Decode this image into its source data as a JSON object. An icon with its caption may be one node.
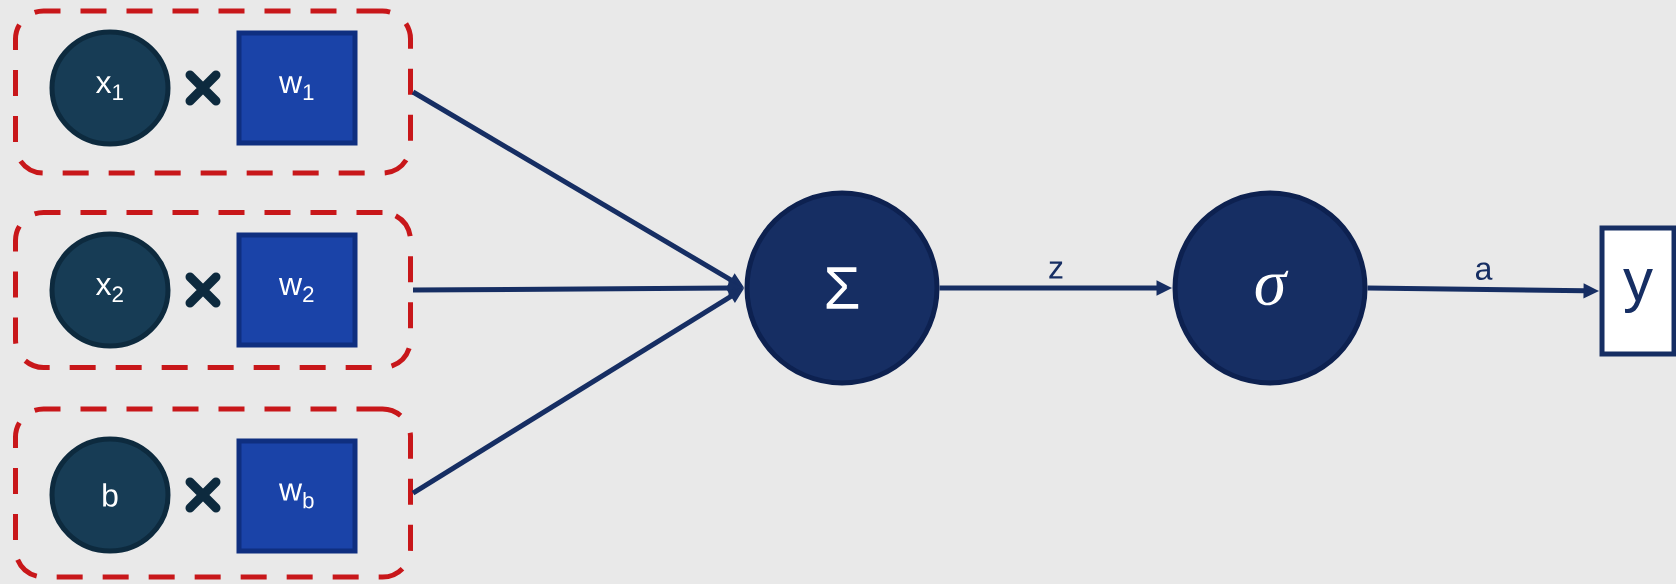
{
  "diagram": {
    "nodes": [
      {
        "text": [],
        "shape": "box"
      },
      {
        "text": [
          "x$_{1}$"
        ],
        "in": 0
      },
      {
        "text": [
          "w$_{1}$"
        ],
        "in": 0
      },
      {
        "text": [],
        "shape": "box"
      },
      {
        "text": [
          "x$_{2}$"
        ],
        "in": 3
      },
      {
        "text": [
          "w$_{2}$"
        ],
        "in": 3
      },
      {
        "text": [],
        "shape": "box"
      },
      {
        "text": [
          "b"
        ],
        "in": 6
      },
      {
        "text": [
          "w$_{b}$"
        ],
        "in": 6
      },
      {
        "text": [
          "Σ"
        ]
      },
      {
        "text": [
          "σ"
        ]
      },
      {
        "text": [
          "y"
        ]
      }
    ],
    "edges": [
      {
        "from": 0,
        "to": 9,
        "arrow": "to"
      },
      {
        "from": 3,
        "to": 9,
        "arrow": "to"
      },
      {
        "from": 6,
        "to": 9,
        "arrow": "to"
      },
      {
        "from": 9,
        "to": 10,
        "arrow": "to",
        "label": "z"
      },
      {
        "from": 10,
        "to": 11,
        "arrow": "to",
        "label": "a"
      }
    ]
  }
}
